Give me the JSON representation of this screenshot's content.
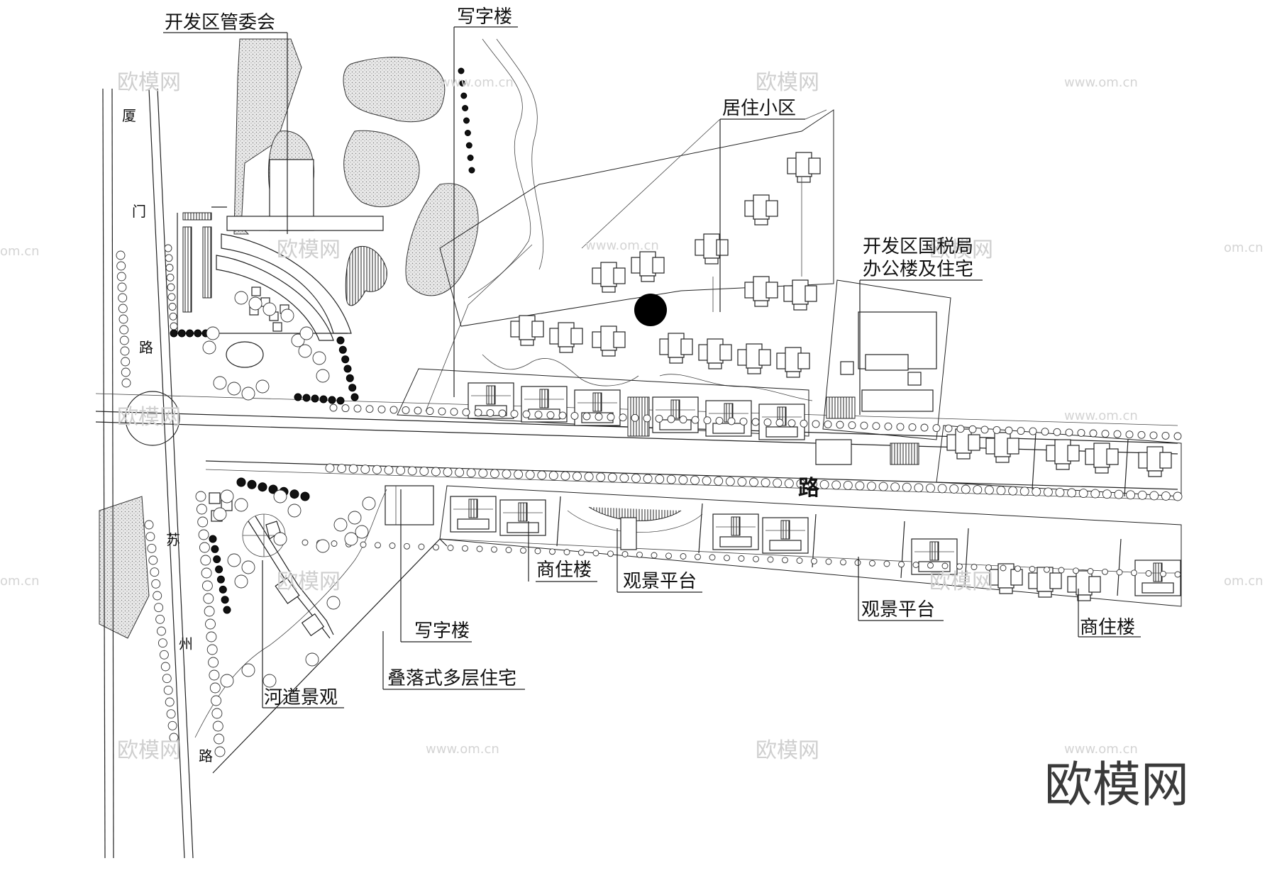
{
  "labels": {
    "management_committee": "开发区管委会",
    "office_top": "写字楼",
    "residential_area": "居住小区",
    "tax_bureau_line1": "开发区国税局",
    "tax_bureau_line2": "办公楼及住宅",
    "commercial_residential_1": "商住楼",
    "viewing_platform_1": "观景平台",
    "viewing_platform_2": "观景平台",
    "commercial_residential_2": "商住楼",
    "office_bottom": "写字楼",
    "stepped_housing": "叠落式多层住宅",
    "river_landscape": "河道景观"
  },
  "roads": {
    "xiamen_road": [
      "厦",
      "门",
      "路"
    ],
    "suzhou_road": [
      "苏",
      "州",
      "路"
    ],
    "main_road": "路"
  },
  "watermarks": {
    "logo_text": "欧模网",
    "url_text": "www.om.cn",
    "edge_text": "om.cn",
    "brand": "欧模网"
  }
}
